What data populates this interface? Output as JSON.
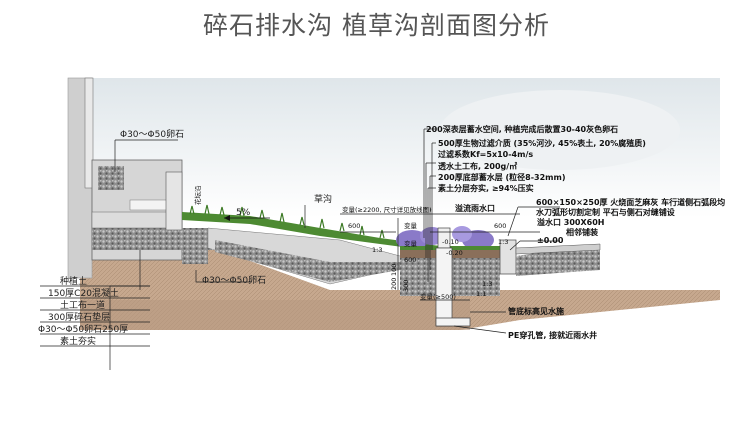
{
  "title": "碎石排水沟 植草沟剖面图分析",
  "labels": {
    "pebble_top": "Φ30～Φ50卵石",
    "pebble_bottom": "Φ30～Φ50卵石",
    "curb": "花坛沿",
    "grass_ditch": "草沟",
    "slope": "5%",
    "spillway": "溢流雨水口",
    "pipe_bottom": "管底标高见水施",
    "pe_pipe": "PE穿孔管, 接就近雨水井",
    "zero_level": "±0.00",
    "overflow_size": "溢水口 300X60H",
    "adjacent_paving": "相邻铺装",
    "var_width": "变量(≥2200, 尺寸详见放线图)",
    "var_a": "变量",
    "var_b": "变量",
    "var_c": "变量(≥500)",
    "dim_600_a": "600",
    "dim_600_b": "600",
    "dim_600_c": "600",
    "dim_100": "100",
    "dim_200": "200",
    "dim_300": "300",
    "dim_m010": "-0.10",
    "dim_m020": "-0.20",
    "ratio_a": "1:3",
    "ratio_b": "1:3",
    "ratio_c": "1:3",
    "ratio_d": "1:1"
  },
  "layers_right": [
    "200深表层蓄水空间, 种植完成后散置30-40灰色卵石",
    "500厚生物过滤介质 (35%河沙, 45%表土, 20%腐殖质)",
    "过滤系数Kf=5x10-4m/s",
    "透水土工布, 200g/㎡",
    "200厚底部蓄水层 (粒径8-32mm)",
    "素土分层夯实, ≥94%压实"
  ],
  "curb_note": "600×150×250厚 火烧面芝麻灰 车行道侧石弧段均水刀弧形切割定制 平石与侧石对缝铺设",
  "layers_left": [
    "种植土",
    "150厚C20混凝土",
    "土工布一道",
    "300厚碎石垫层",
    "Φ30～Φ50卵石250厚",
    "素土夯实"
  ],
  "colors": {
    "soil": "#b89a80",
    "concrete": "#d4d4d4",
    "gravel": "#9a9a9a",
    "grass": "#4d8a32",
    "flower": "#8a7ac8"
  }
}
